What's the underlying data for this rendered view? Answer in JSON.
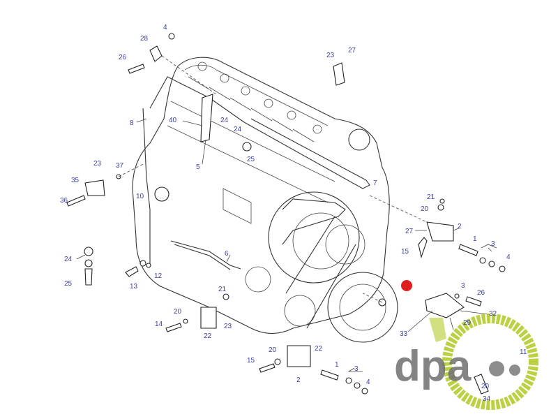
{
  "diagram": {
    "callouts": [
      "4",
      "28",
      "26",
      "23",
      "27",
      "8",
      "40",
      "24",
      "24",
      "5",
      "25",
      "23",
      "37",
      "35",
      "10",
      "36",
      "7",
      "21",
      "20",
      "2",
      "27",
      "1",
      "3",
      "15",
      "4",
      "6",
      "24",
      "25",
      "13",
      "12",
      "3",
      "26",
      "21",
      "20",
      "32",
      "33",
      "29",
      "14",
      "22",
      "23",
      "11",
      "20",
      "22",
      "15",
      "1",
      "3",
      "2",
      "4",
      "20",
      "34"
    ],
    "marker_color": "#e02020",
    "label_color": "#3a3fb0"
  },
  "watermark": {
    "text": "dpa",
    "accent_color": "#b5cc2e"
  }
}
